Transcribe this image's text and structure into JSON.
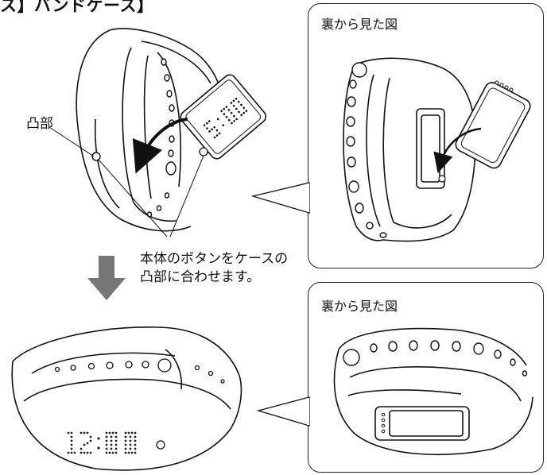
{
  "page": {
    "heading": "ス】バンドケース】"
  },
  "labels": {
    "protrusion": "凸部",
    "instruction_line1": "本体のボタンをケースの",
    "instruction_line2": "凸部に合わせます。"
  },
  "panels": {
    "back_view_top": "裏から見た図",
    "back_view_bottom": "裏から見た図"
  },
  "display": {
    "time": "12:00"
  },
  "colors": {
    "line": "#111111",
    "arrow_down": "#777777",
    "background": "#ffffff"
  }
}
